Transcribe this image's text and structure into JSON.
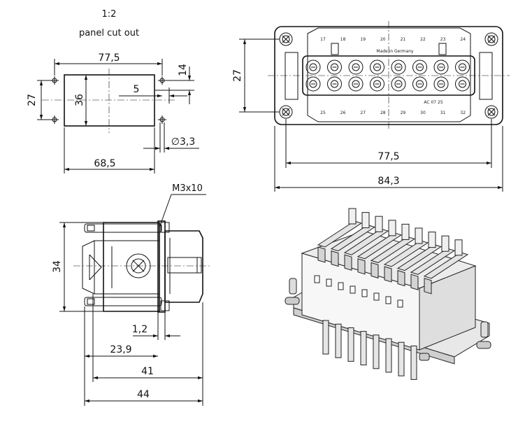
{
  "header": {
    "scale": "1:2",
    "subtitle": "panel cut out"
  },
  "cutout": {
    "w_outer": "77,5",
    "h_outer": "27",
    "h_inner": "36",
    "dim_14": "14",
    "dim_5": "5",
    "hole": "∅3,3",
    "w_inner": "68,5"
  },
  "front": {
    "height": "27",
    "w_inner": "77,5",
    "w_outer": "84,3",
    "pins_top": [
      "17",
      "18",
      "19",
      "20",
      "21",
      "22",
      "23",
      "24"
    ],
    "pins_bottom": [
      "25",
      "26",
      "27",
      "28",
      "29",
      "30",
      "31",
      "32"
    ],
    "marking": "Made in Germany",
    "marking2": "AC 07 25"
  },
  "side": {
    "screw": "M3x10",
    "height": "34",
    "d1": "1,2",
    "d2": "23,9",
    "d3": "41",
    "d4": "44"
  }
}
